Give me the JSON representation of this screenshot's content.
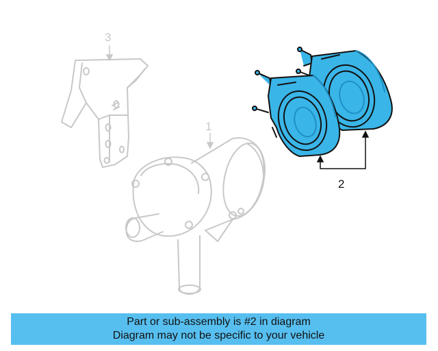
{
  "callouts": {
    "part_1": "1",
    "part_2": "2",
    "part_3": "3"
  },
  "caption": {
    "line_1": "Part or sub-assembly is #2 in diagram",
    "line_2": "Diagram may not be specific to your vehicle"
  },
  "colors": {
    "highlight_fill": "#3ab5e8",
    "highlight_dark": "#1e8fc4",
    "ghost_line": "#c8c8c8",
    "caption_bar": "#57bff0",
    "ink": "#111111"
  }
}
